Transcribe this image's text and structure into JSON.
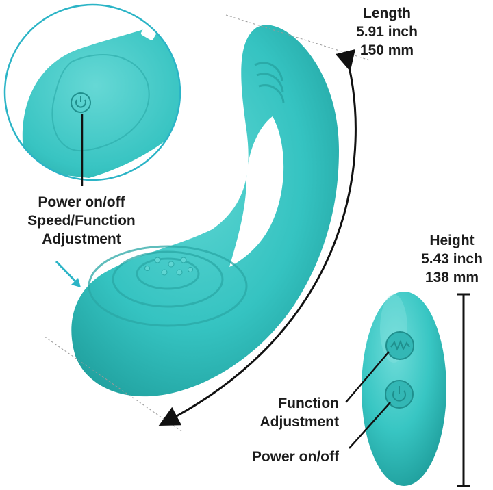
{
  "colors": {
    "teal": "#35c3c1",
    "teal_dark": "#1f9e9c",
    "teal_light": "#7fdcda",
    "arrow_accent": "#2bb4c6",
    "line": "#111111",
    "text": "#1c1c1c"
  },
  "length": {
    "title": "Length",
    "inches": "5.91 inch",
    "mm": "150 mm"
  },
  "height": {
    "title": "Height",
    "inches": "5.43 inch",
    "mm": "138 mm"
  },
  "zoom_callout": {
    "line1": "Power on/off",
    "line2": "Speed/Function",
    "line3": "Adjustment",
    "icon": "power-icon"
  },
  "remote": {
    "function_line1": "Function",
    "function_line2": "Adjustment",
    "function_icon": "wave-icon",
    "power_label": "Power on/off",
    "power_icon": "power-icon"
  }
}
